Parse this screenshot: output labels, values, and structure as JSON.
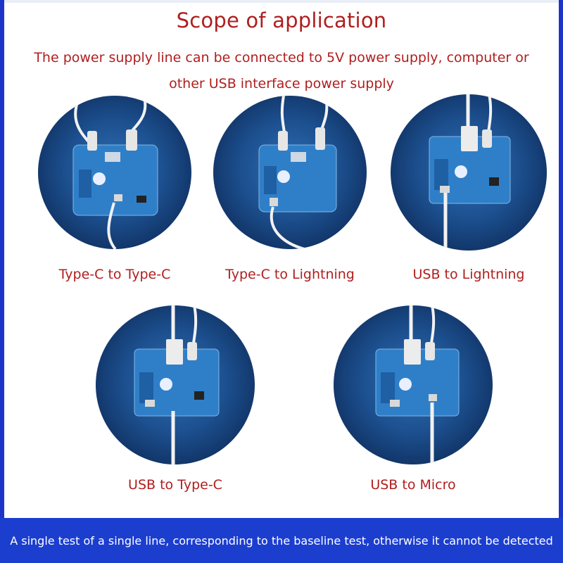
{
  "header": {
    "title": "Scope of application",
    "subtitle": "The power supply line can be connected to 5V power supply, computer or other USB interface power supply"
  },
  "panels": [
    {
      "caption": "Type-C to Type-C"
    },
    {
      "caption": "Type-C to Lightning"
    },
    {
      "caption": "USB to Lightning"
    },
    {
      "caption": "USB to Type-C"
    },
    {
      "caption": "USB to Micro"
    }
  ],
  "footer": {
    "text": "A single test of a single line, corresponding to the baseline test, otherwise it cannot be detected"
  },
  "colors": {
    "title_red": "#b01e1e",
    "footer_blue": "#1c3ecf",
    "circle_blue": "#1c4f8e",
    "board_blue": "#2f7fc8"
  }
}
